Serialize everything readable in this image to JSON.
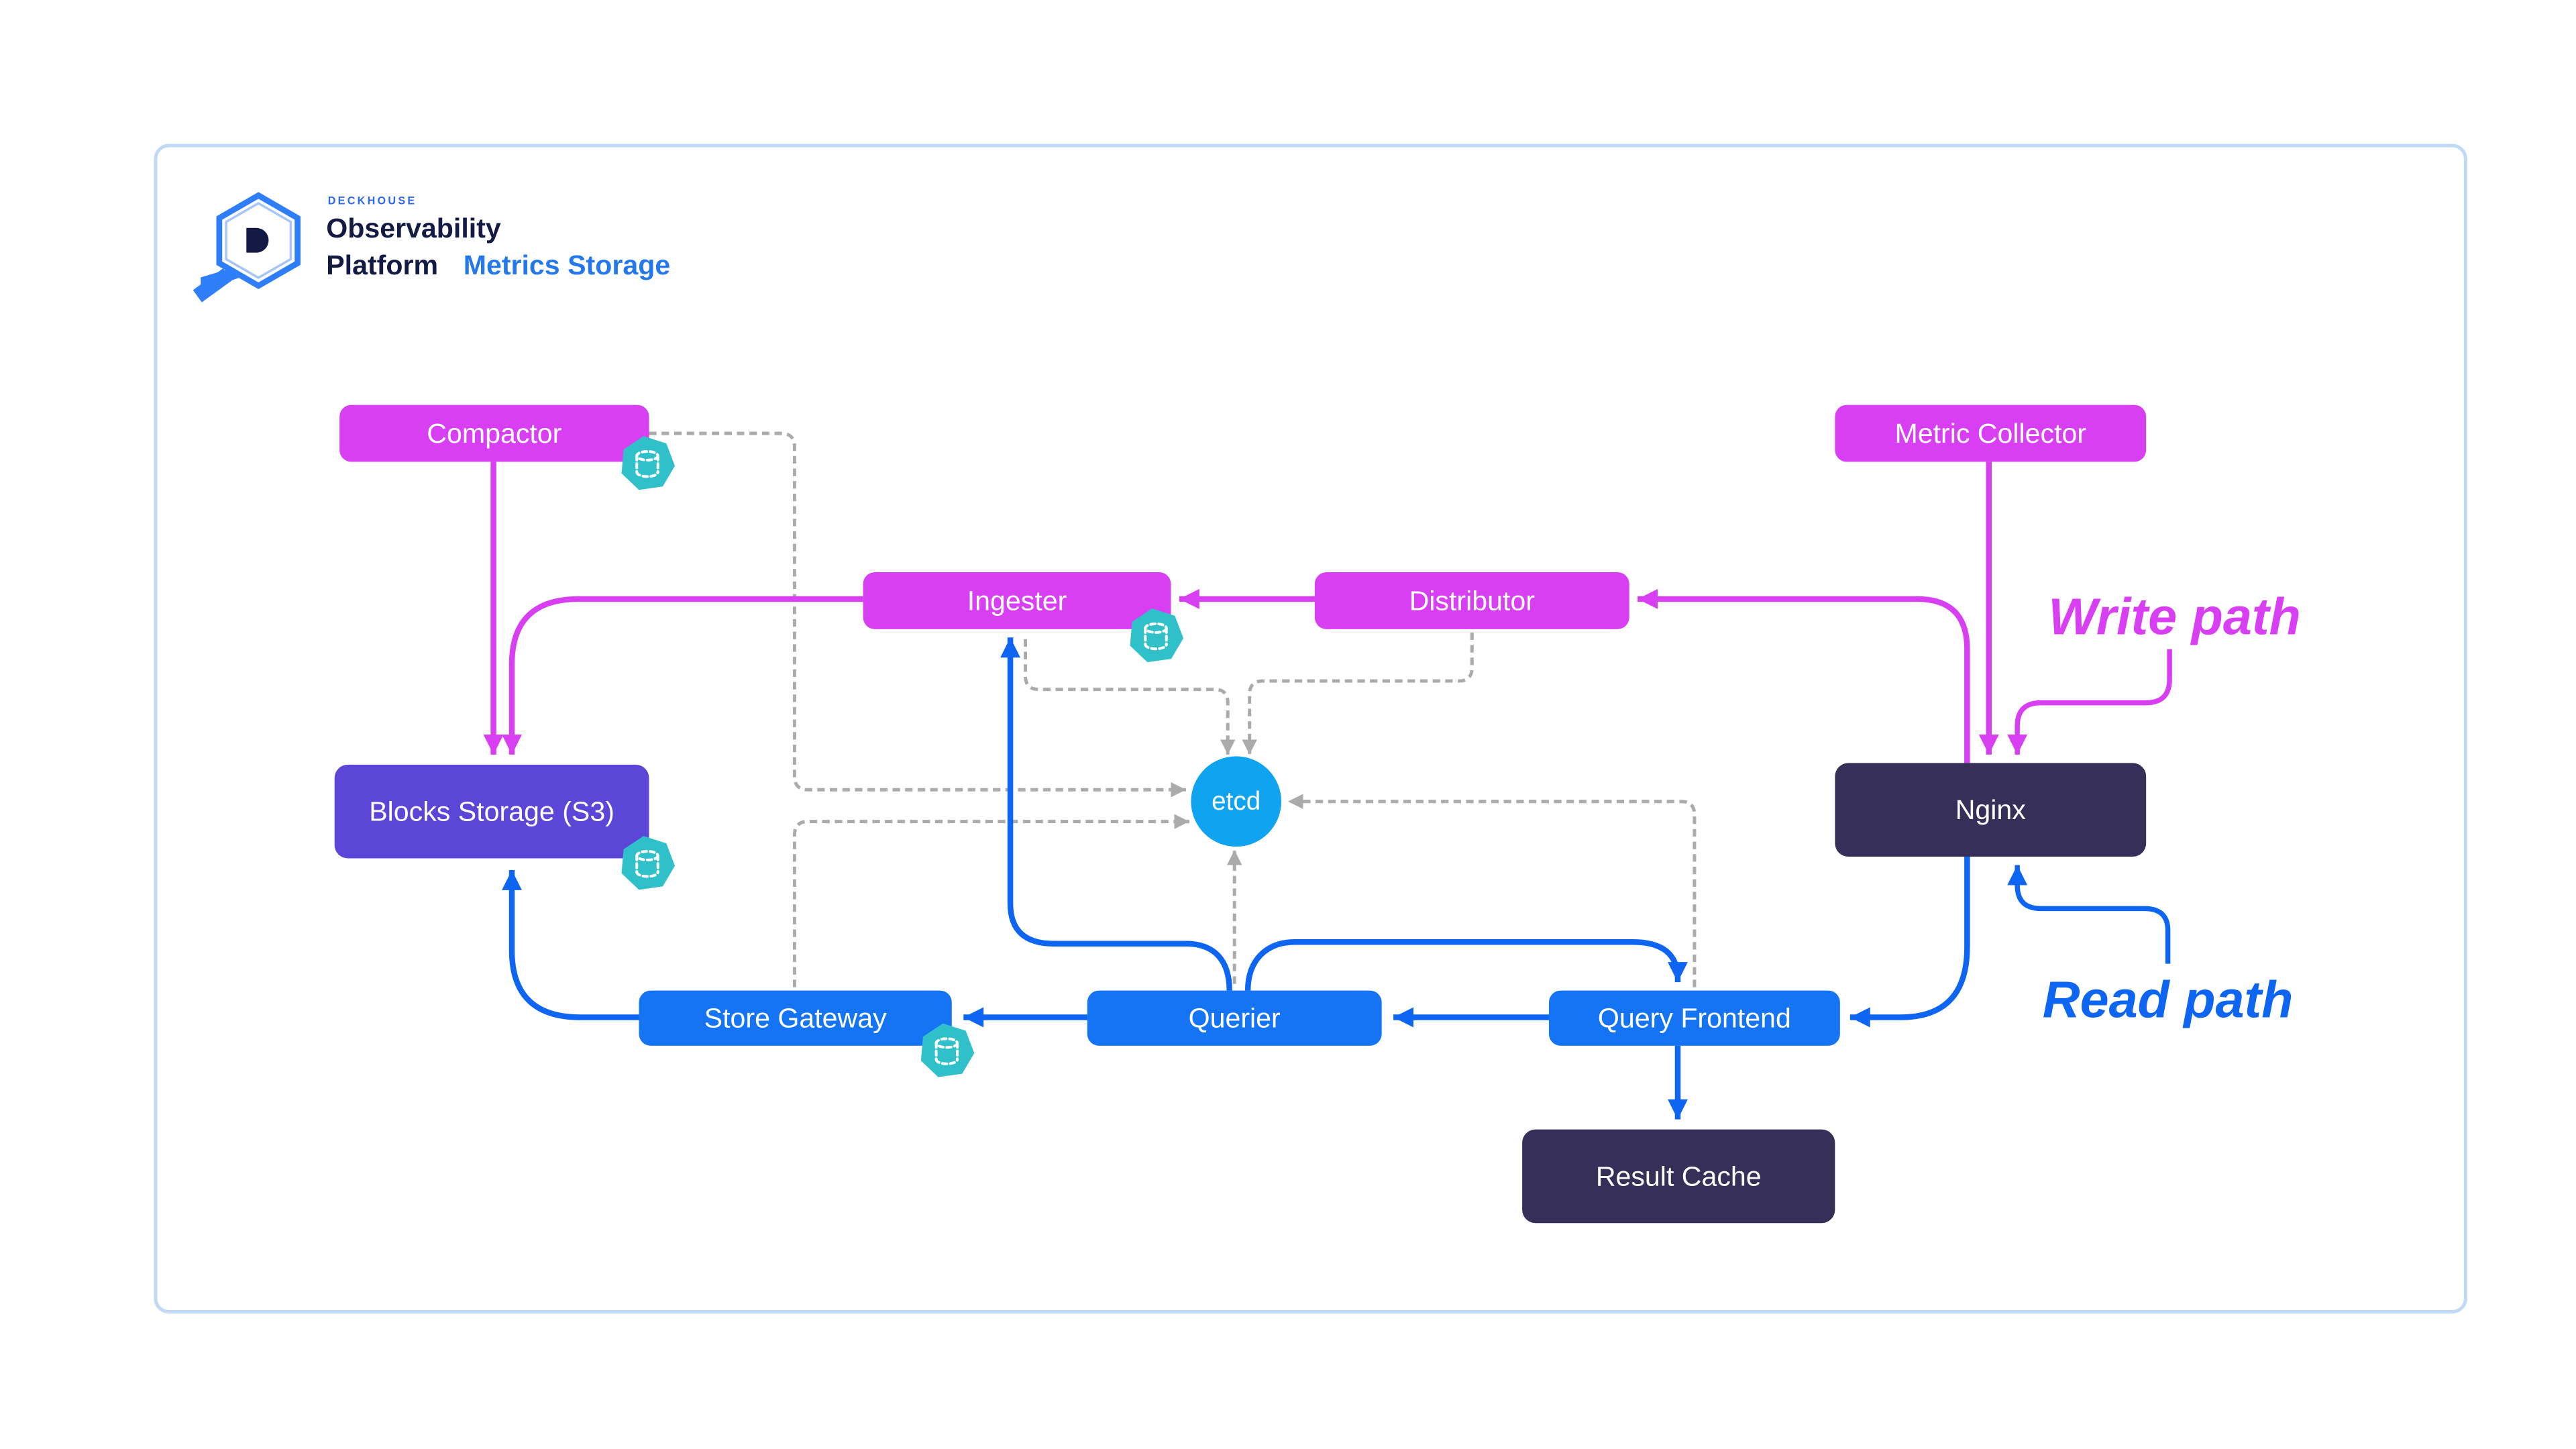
{
  "brand": {
    "eyebrow": "DECKHOUSE",
    "line1": "Observability",
    "line2": "Platform",
    "product": "Metrics Storage"
  },
  "nodes": {
    "compactor": {
      "label": "Compactor"
    },
    "metric_collector": {
      "label": "Metric Collector"
    },
    "ingester": {
      "label": "Ingester"
    },
    "distributor": {
      "label": "Distributor"
    },
    "blocks_storage": {
      "label": "Blocks Storage (S3)"
    },
    "nginx": {
      "label": "Nginx"
    },
    "etcd": {
      "label": "etcd"
    },
    "store_gateway": {
      "label": "Store Gateway"
    },
    "querier": {
      "label": "Querier"
    },
    "query_frontend": {
      "label": "Query Frontend"
    },
    "result_cache": {
      "label": "Result Cache"
    }
  },
  "annotations": {
    "write_path": "Write path",
    "read_path": "Read path"
  },
  "icons": {
    "badge": "persistent-storage-badge-icon",
    "logo": "deckhouse-hexagon-magnifier-icon"
  },
  "colors": {
    "arrow_write": "#D83EF2",
    "arrow_read": "#0E65F1",
    "box_magenta": "#D83EF2",
    "box_blue": "#1574F3",
    "box_dark": "#362F57",
    "box_purple": "#5B46D8",
    "etcd_blue": "#0FA3F0",
    "dashed_gray": "#ABABAB",
    "badge_teal": "#2FC0C9",
    "border": "#BFD9F6",
    "brand_navy": "#131A43",
    "brand_blue": "#2E68F1",
    "product_blue": "#2478EC",
    "logo_blue": "#2E7EF9",
    "logo_inner_blue": "#A6C6FA"
  }
}
